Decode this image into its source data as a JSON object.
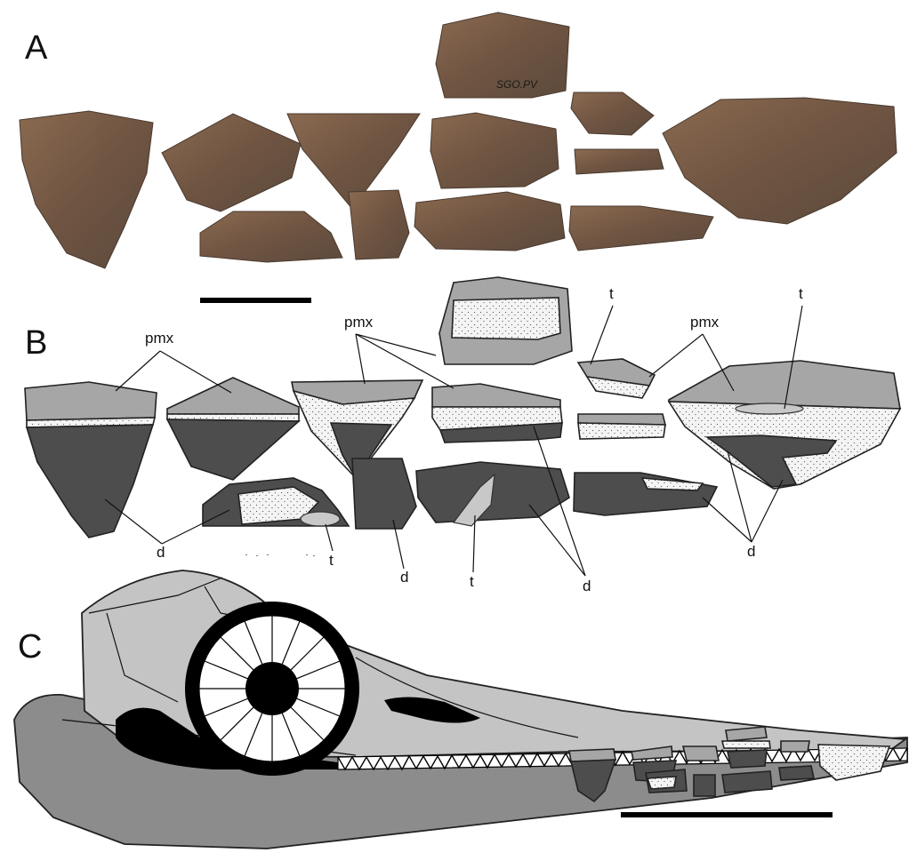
{
  "panels": [
    {
      "id": "A",
      "label": "A"
    },
    {
      "id": "B",
      "label": "B"
    },
    {
      "id": "C",
      "label": "C"
    }
  ],
  "specimen_label": "SGO.PV",
  "annotations": {
    "premaxilla": "pmx",
    "dentary": "d",
    "tooth": "t"
  },
  "colors": {
    "premaxilla": "#a6a6a6",
    "dentary": "#4d4d4d",
    "matrix": "#f2f2f2",
    "skull": "#c4c4c4",
    "lower_jaw": "#8c8c8c",
    "opening": "#000000",
    "rock": "#7a5a42"
  }
}
